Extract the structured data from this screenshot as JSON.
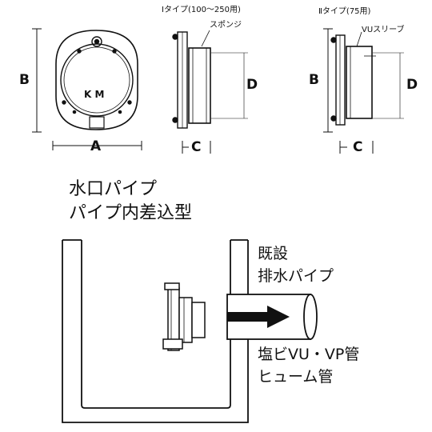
{
  "front_view": {
    "dim_a": "A",
    "dim_b": "B",
    "logo_text": "K M"
  },
  "type1": {
    "title": "Ⅰタイプ(100〜250用)",
    "part_label": "スポンジ",
    "dim_c": "C",
    "dim_d": "D"
  },
  "type2": {
    "title": "Ⅱタイプ(75用)",
    "part_label": "VUスリーブ",
    "dim_b": "B",
    "dim_c": "C",
    "dim_d": "D"
  },
  "install": {
    "title_line1": "水口パイプ",
    "title_line2": "パイプ内差込型",
    "existing_line1": "既設",
    "existing_line2": "排水パイプ",
    "material_line1": "塩ビVU・VP管",
    "material_line2": "ヒューム管"
  },
  "colors": {
    "ink": "#111111",
    "pipe_fill": "#ffffff"
  }
}
